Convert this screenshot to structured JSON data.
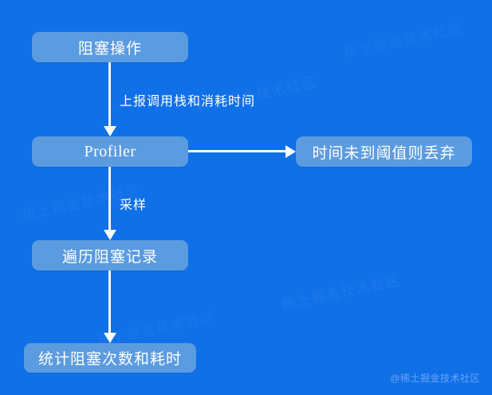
{
  "canvas": {
    "background_color": "#1070e8",
    "node_color": "#5b9be0",
    "connector_color": "#ffffff",
    "text_color": "#ffffff"
  },
  "diagram": {
    "type": "flowchart",
    "nodes": [
      {
        "id": "blocking-op",
        "label": "阻塞操作"
      },
      {
        "id": "profiler",
        "label": "Profiler"
      },
      {
        "id": "traverse-records",
        "label": "遍历阻塞记录"
      },
      {
        "id": "stats",
        "label": "统计阻塞次数和耗时"
      },
      {
        "id": "discard",
        "label": "时间未到阈值则丢弃"
      }
    ],
    "edges": [
      {
        "id": "blocking-to-profiler",
        "from": "blocking-op",
        "to": "profiler",
        "label": "上报调用栈和消耗时间",
        "direction": "down"
      },
      {
        "id": "profiler-to-traverse",
        "from": "profiler",
        "to": "traverse-records",
        "label": "采样",
        "direction": "down"
      },
      {
        "id": "traverse-to-stats",
        "from": "traverse-records",
        "to": "stats",
        "label": "",
        "direction": "down"
      },
      {
        "id": "profiler-to-discard",
        "from": "profiler",
        "to": "discard",
        "label": "",
        "direction": "right"
      }
    ]
  },
  "watermarks": {
    "corner": "@稀土掘金技术社区",
    "background": [
      "稀土掘金技术社区",
      "稀土掘金技术社区",
      "稀土掘金技术社区",
      "稀土掘金技术社区",
      "稀土掘金技术社区"
    ]
  }
}
